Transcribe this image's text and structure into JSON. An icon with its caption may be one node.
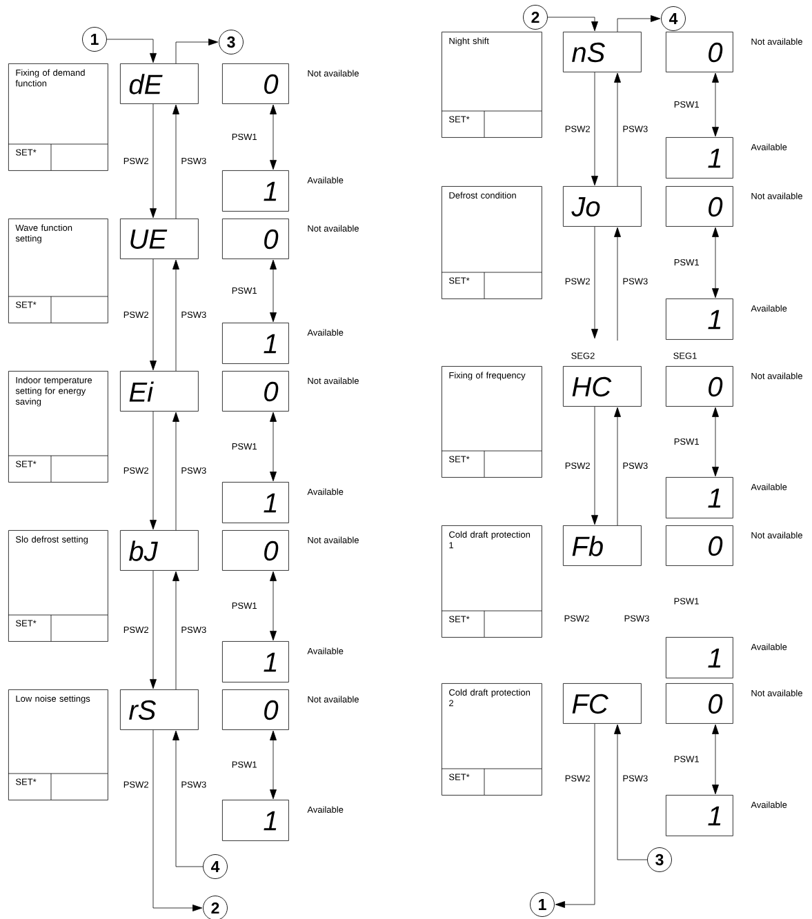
{
  "diagram": {
    "nodes": [
      {
        "text": [
          "1"
        ]
      },
      {
        "text": [
          "3"
        ]
      },
      {
        "text": [
          "Fixing of demand function",
          "SET*"
        ]
      },
      {
        "text": [
          "dE"
        ]
      },
      {
        "text": [
          "0"
        ],
        "beside": [
          "Not available"
        ]
      },
      {
        "text": [
          "1"
        ],
        "beside": [
          "Available"
        ]
      },
      {
        "text": [
          "Wave function setting",
          "SET*"
        ]
      },
      {
        "text": [
          "UE"
        ]
      },
      {
        "text": [
          "0"
        ],
        "beside": [
          "Not available"
        ]
      },
      {
        "text": [
          "1"
        ],
        "beside": [
          "Available"
        ]
      },
      {
        "text": [
          "Indoor temperature setting for energy saving",
          "SET*"
        ]
      },
      {
        "text": [
          "Ei"
        ]
      },
      {
        "text": [
          "0"
        ],
        "beside": [
          "Not available"
        ]
      },
      {
        "text": [
          "1"
        ],
        "beside": [
          "Available"
        ]
      },
      {
        "text": [
          "Slo defrost setting",
          "SET*"
        ]
      },
      {
        "text": [
          "bJ"
        ]
      },
      {
        "text": [
          "0"
        ],
        "beside": [
          "Not available"
        ]
      },
      {
        "text": [
          "1"
        ],
        "beside": [
          "Available"
        ]
      },
      {
        "text": [
          "Low noise settings",
          "SET*"
        ]
      },
      {
        "text": [
          "rS"
        ]
      },
      {
        "text": [
          "0"
        ],
        "beside": [
          "Not available"
        ]
      },
      {
        "text": [
          "1"
        ],
        "beside": [
          "Available"
        ]
      },
      {
        "text": [
          "4"
        ]
      },
      {
        "text": [
          "2"
        ]
      },
      {
        "text": [
          "2"
        ]
      },
      {
        "text": [
          "4"
        ]
      },
      {
        "text": [
          "Night shift",
          "SET*"
        ]
      },
      {
        "text": [
          "nS"
        ]
      },
      {
        "text": [
          "0"
        ],
        "beside": [
          "Not available"
        ]
      },
      {
        "text": [
          "1"
        ],
        "beside": [
          "Available"
        ]
      },
      {
        "text": [
          "Defrost condition",
          "SET*"
        ]
      },
      {
        "text": [
          "Jo"
        ]
      },
      {
        "text": [
          "0"
        ],
        "beside": [
          "Not available"
        ]
      },
      {
        "text": [
          "1"
        ],
        "beside": [
          "Available"
        ]
      },
      {
        "text": [
          "Fixing of frequency",
          "SET*"
        ]
      },
      {
        "text": [
          "HC"
        ]
      },
      {
        "text": [
          "0"
        ],
        "beside": [
          "Not available"
        ]
      },
      {
        "text": [
          "1"
        ],
        "beside": [
          "Available"
        ]
      },
      {
        "text": [
          "Cold draft protection 1",
          "SET*"
        ]
      },
      {
        "text": [
          "Fb"
        ]
      },
      {
        "text": [
          "0"
        ],
        "beside": [
          "Not available"
        ]
      },
      {
        "text": [
          "1"
        ],
        "beside": [
          "Available"
        ]
      },
      {
        "text": [
          "Cold draft protection 2",
          "SET*"
        ]
      },
      {
        "text": [
          "FC"
        ]
      },
      {
        "text": [
          "0"
        ],
        "beside": [
          "Not available"
        ]
      },
      {
        "text": [
          "1"
        ],
        "beside": [
          "Available"
        ]
      },
      {
        "text": [
          "3"
        ]
      },
      {
        "text": [
          "1"
        ]
      }
    ],
    "edges": [
      {
        "from": 0,
        "to": 3,
        "arrow": "to"
      },
      {
        "from": 3,
        "to": 1,
        "arrow": "to"
      },
      {
        "from": 3,
        "to": 7,
        "arrow": "to",
        "label": "PSW2"
      },
      {
        "from": 7,
        "to": 3,
        "arrow": "to",
        "label": "PSW3"
      },
      {
        "from": 7,
        "to": 11,
        "arrow": "to",
        "label": "PSW2"
      },
      {
        "from": 11,
        "to": 7,
        "arrow": "to",
        "label": "PSW3"
      },
      {
        "from": 11,
        "to": 15,
        "arrow": "to",
        "label": "PSW2"
      },
      {
        "from": 15,
        "to": 11,
        "arrow": "to",
        "label": "PSW3"
      },
      {
        "from": 15,
        "to": 19,
        "arrow": "to",
        "label": "PSW2"
      },
      {
        "from": 19,
        "to": 15,
        "arrow": "to",
        "label": "PSW3"
      },
      {
        "from": 4,
        "to": 5,
        "arrow": "both",
        "label": "PSW1"
      },
      {
        "from": 8,
        "to": 9,
        "arrow": "both",
        "label": "PSW1"
      },
      {
        "from": 12,
        "to": 13,
        "arrow": "both",
        "label": "PSW1"
      },
      {
        "from": 16,
        "to": 17,
        "arrow": "both",
        "label": "PSW1"
      },
      {
        "from": 20,
        "to": 21,
        "arrow": "both",
        "label": "PSW1"
      },
      {
        "from": 19,
        "to": 23,
        "arrow": "to",
        "label": "PSW2"
      },
      {
        "from": 22,
        "to": 19,
        "arrow": "to",
        "label": "PSW3"
      },
      {
        "from": 24,
        "to": 27,
        "arrow": "to"
      },
      {
        "from": 27,
        "to": 25,
        "arrow": "to"
      },
      {
        "from": 27,
        "to": 31,
        "arrow": "to",
        "label": "PSW2"
      },
      {
        "from": 31,
        "to": 27,
        "arrow": "to",
        "label": "PSW3"
      },
      {
        "from": 31,
        "to": null,
        "arrow": "to",
        "label": "PSW2"
      },
      {
        "from": null,
        "to": 31,
        "arrow": "to",
        "label": "PSW3"
      },
      {
        "from": 35,
        "to": 39,
        "arrow": "to",
        "label": "PSW2"
      },
      {
        "from": 39,
        "to": 35,
        "arrow": "to",
        "label": "PSW3"
      },
      {
        "from": 43,
        "to": 47,
        "arrow": "to",
        "label": "PSW2"
      },
      {
        "from": 46,
        "to": 43,
        "arrow": "to",
        "label": "PSW3"
      },
      {
        "from": 28,
        "to": 29,
        "arrow": "both",
        "label": "PSW1"
      },
      {
        "from": 32,
        "to": 33,
        "arrow": "both",
        "label": "PSW1"
      },
      {
        "from": 36,
        "to": 37,
        "arrow": "both",
        "label": "PSW1"
      },
      {
        "from": 44,
        "to": 45,
        "arrow": "both",
        "label": "PSW1"
      }
    ],
    "labels": [
      "SEG2",
      "SEG1",
      "PSW1",
      "PSW2",
      "PSW3"
    ]
  }
}
